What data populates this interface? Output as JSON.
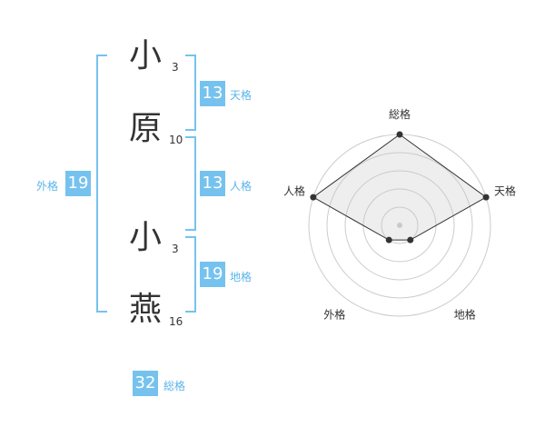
{
  "name_chars": [
    {
      "char": "小",
      "strokes": "3"
    },
    {
      "char": "原",
      "strokes": "10"
    },
    {
      "char": "小",
      "strokes": "3"
    },
    {
      "char": "燕",
      "strokes": "16"
    }
  ],
  "kakusu": {
    "tenkaku": {
      "label": "天格",
      "value": "13"
    },
    "jinkaku": {
      "label": "人格",
      "value": "13"
    },
    "chikaku": {
      "label": "地格",
      "value": "19"
    },
    "gaikaku": {
      "label": "外格",
      "value": "19"
    },
    "soukaku": {
      "label": "総格",
      "value": "32"
    }
  },
  "chart_data": {
    "type": "radar",
    "axes": [
      "総格",
      "天格",
      "地格",
      "外格",
      "人格"
    ],
    "values": [
      5,
      5,
      1,
      1,
      5
    ],
    "scale_max": 5,
    "rings": 5
  },
  "colors": {
    "accent": "#76c2ee",
    "label": "#5ab4ea"
  }
}
